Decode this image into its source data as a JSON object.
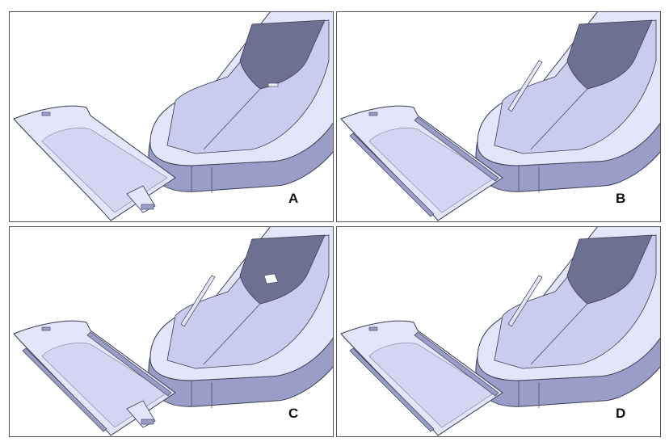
{
  "panels": [
    {
      "label": "A",
      "cover_tab": true,
      "cover_rails": false,
      "window": "slot"
    },
    {
      "label": "B",
      "cover_tab": false,
      "cover_rails": true,
      "window": "none"
    },
    {
      "label": "C",
      "cover_tab": true,
      "cover_rails": true,
      "window": "square"
    },
    {
      "label": "D",
      "cover_tab": false,
      "cover_rails": true,
      "window": "none"
    }
  ],
  "colors": {
    "body": "#c9ccee",
    "body_light": "#e3e5fa",
    "body_dark": "#9a9dc8",
    "inner_dark": "#6d7090",
    "edge": "#3a3c52"
  }
}
